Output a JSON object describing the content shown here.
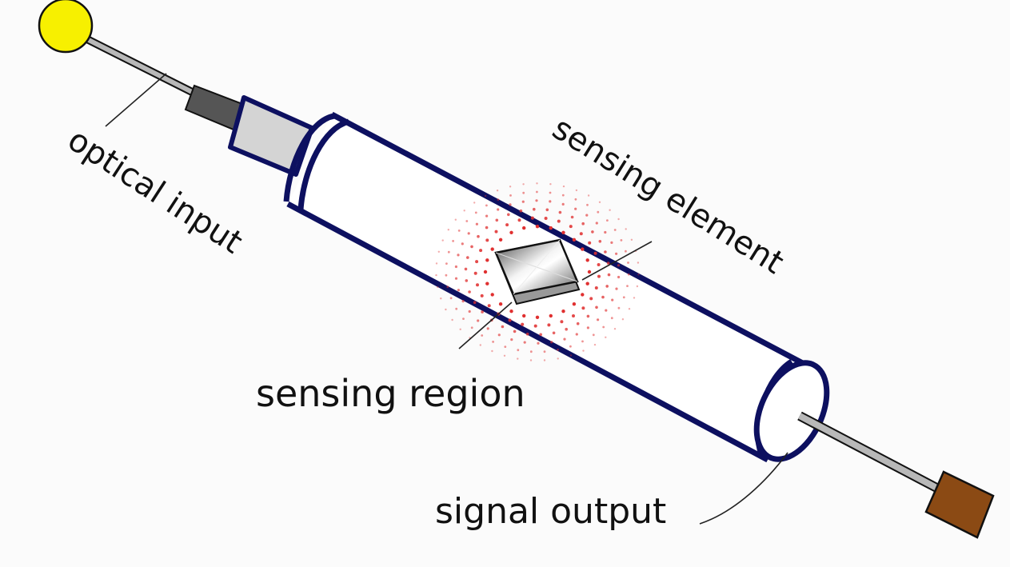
{
  "diagram": {
    "title": "Optical fiber sensor probe",
    "labels": {
      "optical_input": "optical input",
      "sensing_element": "sensing element",
      "sensing_region": "sensing region",
      "signal_output": "signal output"
    },
    "colors": {
      "background": "#fbfbfb",
      "tube_outline": "#0d1060",
      "tube_fill": "#ffffff",
      "input_ball": "#f7f000",
      "fiber": "#b8b8b8",
      "connector": "#555555",
      "ferrule": "#d4d4d4",
      "output_pad": "#8b4a14",
      "sensing_dots": "#e03030",
      "leader_lines": "#222222",
      "text": "#111111"
    }
  }
}
